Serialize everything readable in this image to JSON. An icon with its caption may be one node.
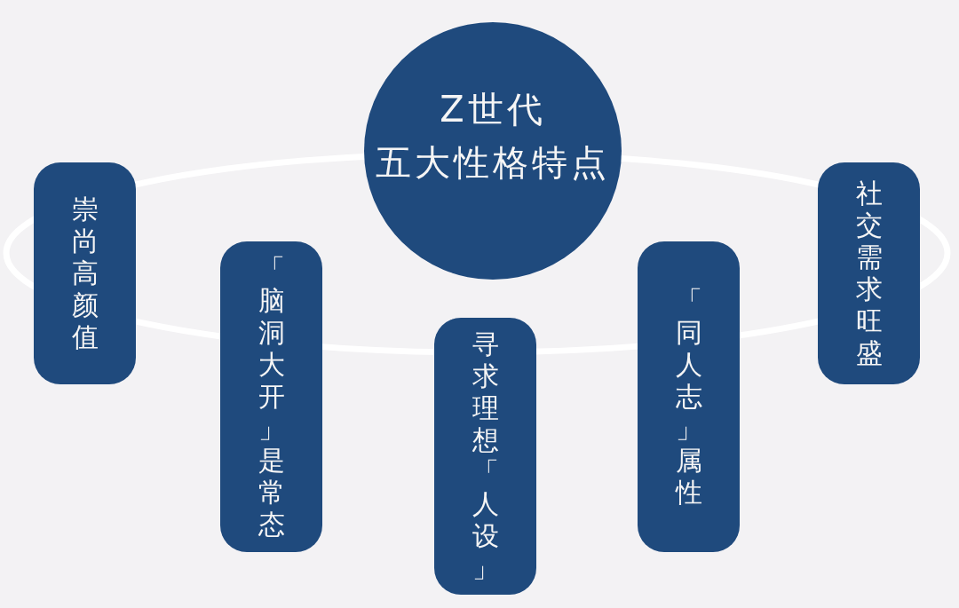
{
  "diagram": {
    "nodes": [
      {
        "text": [
          "Z世代",
          "五大性格特点"
        ]
      },
      {
        "text": [
          "崇尚高颜值"
        ]
      },
      {
        "text": [
          "「脑洞大开」是常态"
        ]
      },
      {
        "text": [
          "寻求理想「人设」"
        ]
      },
      {
        "text": [
          "「同人志」属性"
        ]
      },
      {
        "text": [
          "社交需求旺盛"
        ]
      }
    ]
  }
}
